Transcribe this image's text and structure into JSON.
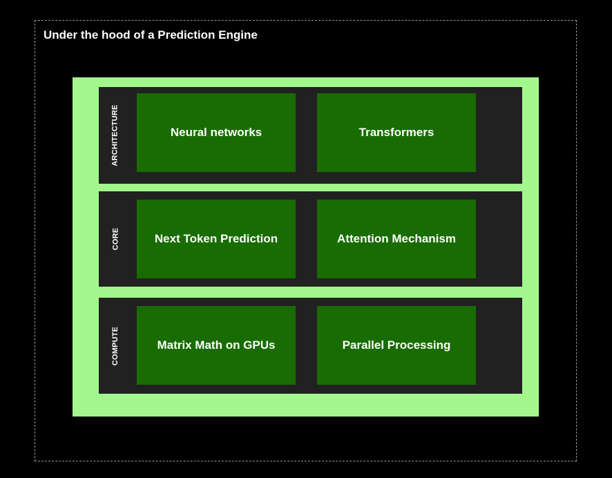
{
  "title": "Under the hood of a Prediction Engine",
  "colors": {
    "background": "#000000",
    "outer_panel": "#a3f88d",
    "layer_bg": "#212121",
    "box_fill": "#186c01",
    "text": "#ffffff",
    "frame_border": "#9a9a9a"
  },
  "layers": [
    {
      "label": "ARCHITECTURE",
      "items": [
        "Neural networks",
        "Transformers"
      ]
    },
    {
      "label": "CORE",
      "items": [
        "Next Token Prediction",
        "Attention Mechanism"
      ]
    },
    {
      "label": "COMPUTE",
      "items": [
        "Matrix Math on GPUs",
        "Parallel Processing"
      ]
    }
  ]
}
